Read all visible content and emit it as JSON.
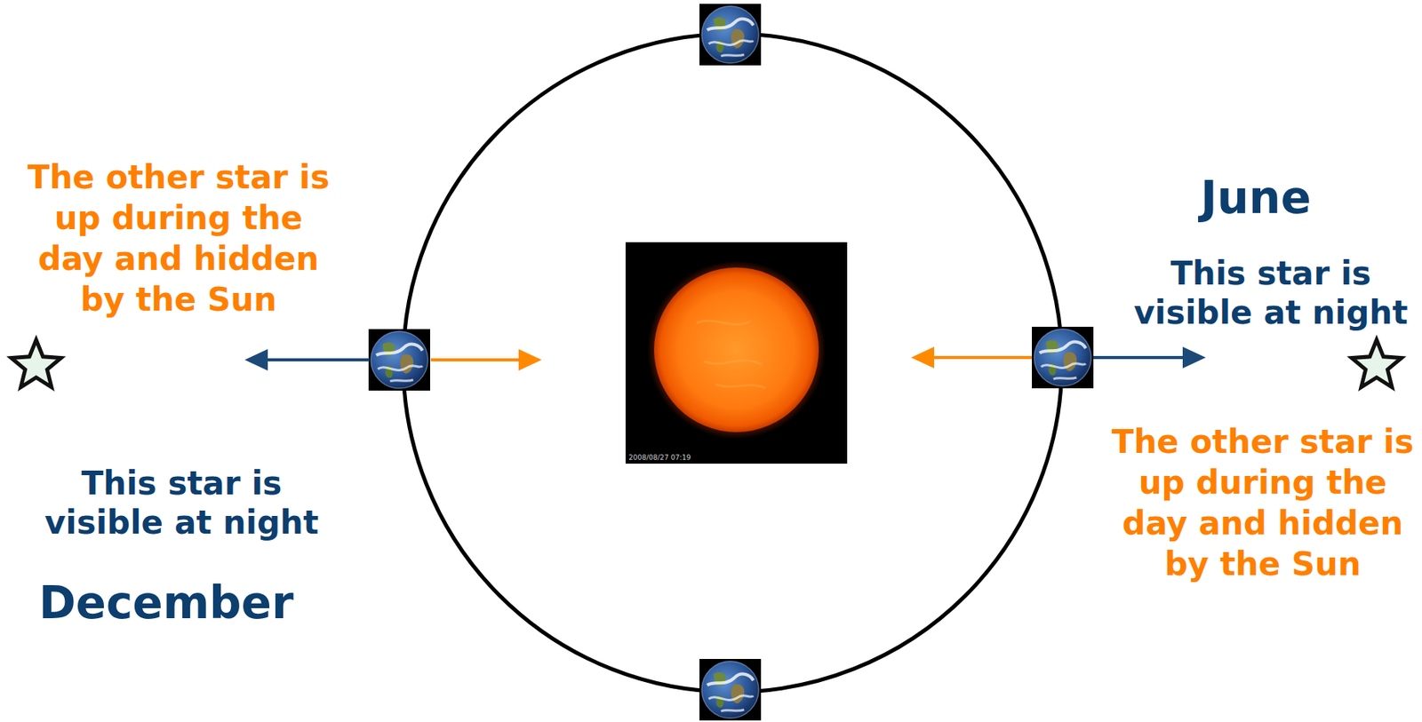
{
  "diagram": {
    "labels": [
      "The other star is up during the day and hidden by the Sun",
      "June",
      "This star is visible at night",
      "The other star is up during the day and hidden by the Sun",
      "This star is visible at night",
      "December",
      "2008/08/27 07:19"
    ]
  }
}
